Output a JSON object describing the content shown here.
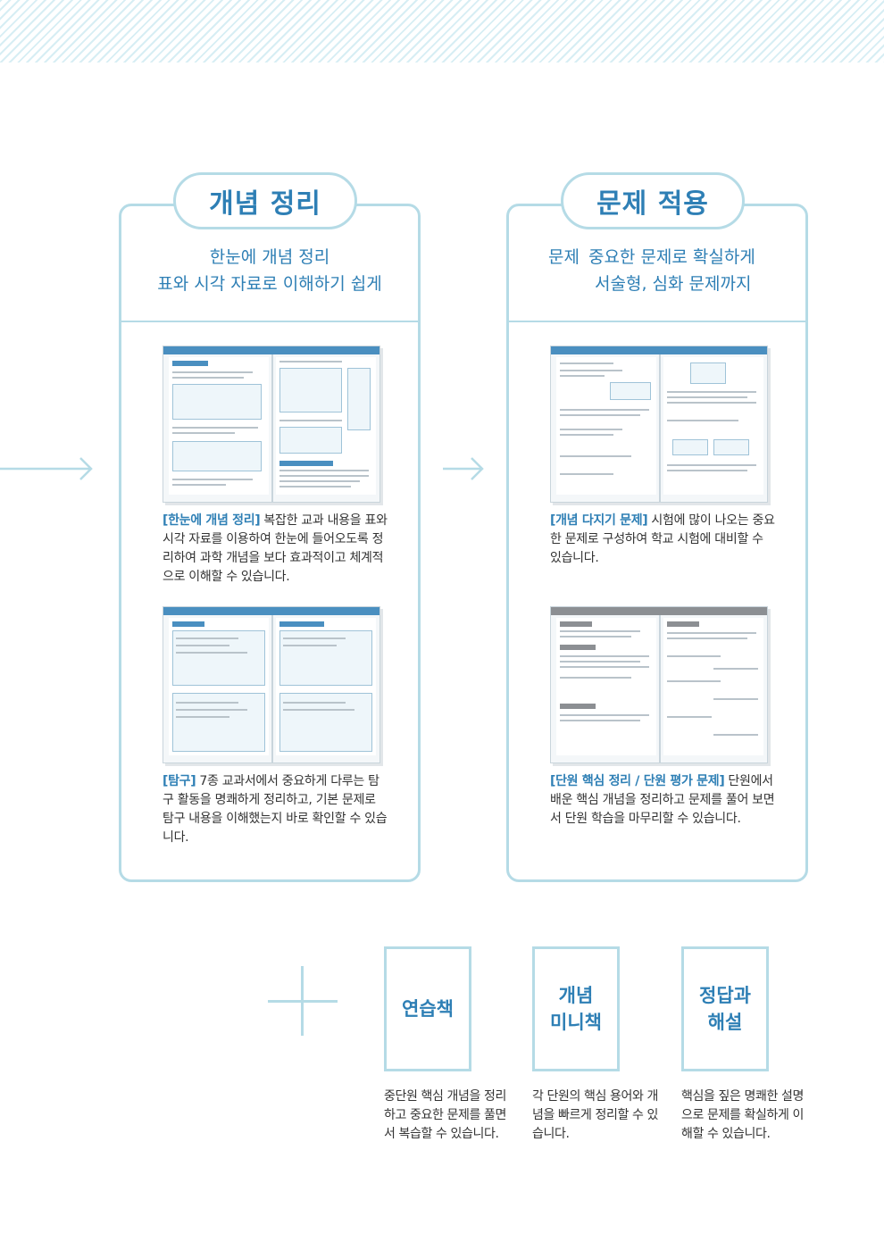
{
  "left_panel": {
    "pill_title": "개념 정리",
    "subhead_line1": "한눈에 개념 정리",
    "subhead_line2": "표와 시각 자료로 이해하기 쉽게",
    "items": [
      {
        "tag": "[한눈에 개념 정리]",
        "text": "복잡한 교과 내용을 표와 시각 자료를 이용하여 한눈에 들어오도록 정리하여 과학 개념을 보다 효과적이고 체계적으로 이해할 수 있습니다."
      },
      {
        "tag": "[탐구]",
        "text": "7종 교과서에서 중요하게 다루는 탐구 활동을 명쾌하게 정리하고, 기본 문제로 탐구 내용을 이해했는지 바로 확인할 수 있습니다."
      }
    ]
  },
  "right_panel": {
    "pill_title": "문제 적용",
    "subhead_prefix": "문제",
    "subhead_line1": "중요한 문제로 확실하게",
    "subhead_line2": "서술형, 심화 문제까지",
    "items": [
      {
        "tag": "[개념 다지기 문제]",
        "text": "시험에 많이 나오는 중요한 문제로 구성하여 학교 시험에 대비할 수 있습니다."
      },
      {
        "tag": "[단원 핵심 정리 / 단원 평가 문제]",
        "text": "단원에서 배운 핵심 개념을 정리하고 문제를 풀어 보면서 단원 학습을 마무리할 수 있습니다."
      }
    ]
  },
  "extras": [
    {
      "title": "연습책",
      "text": "중단원 핵심 개념을 정리하고 중요한 문제를 풀면서 복습할 수 있습니다."
    },
    {
      "title_line1": "개념",
      "title_line2": "미니책",
      "text": "각 단원의 핵심 용어와 개념을 빠르게 정리할 수 있습니다."
    },
    {
      "title_line1": "정답과",
      "title_line2": "해설",
      "text": "핵심을 짚은 명쾌한 설명으로 문제를 확실하게 이해할 수 있습니다."
    }
  ],
  "colors": {
    "accent": "#2e7fb5",
    "border": "#b5dbe6",
    "stripe": "#d7eef4"
  },
  "icons": [
    "arrow-right-icon",
    "plus-icon"
  ]
}
